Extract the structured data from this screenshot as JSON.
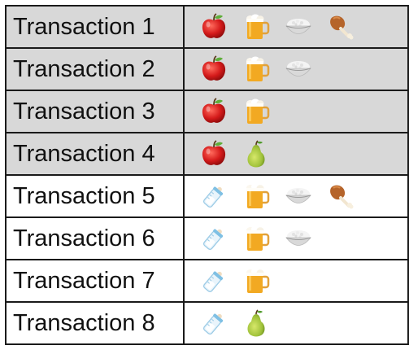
{
  "transactions": [
    {
      "label": "Transaction 1",
      "shaded": true,
      "items": [
        "apple-icon",
        "beer-icon",
        "rice-bowl-icon",
        "drumstick-icon"
      ]
    },
    {
      "label": "Transaction 2",
      "shaded": true,
      "items": [
        "apple-icon",
        "beer-icon",
        "rice-bowl-icon"
      ]
    },
    {
      "label": "Transaction 3",
      "shaded": true,
      "items": [
        "apple-icon",
        "beer-icon"
      ]
    },
    {
      "label": "Transaction 4",
      "shaded": true,
      "items": [
        "apple-icon",
        "pear-icon"
      ]
    },
    {
      "label": "Transaction 5",
      "shaded": false,
      "items": [
        "baby-bottle-icon",
        "beer-icon",
        "rice-bowl-icon",
        "drumstick-icon"
      ]
    },
    {
      "label": "Transaction 6",
      "shaded": false,
      "items": [
        "baby-bottle-icon",
        "beer-icon",
        "rice-bowl-icon"
      ]
    },
    {
      "label": "Transaction 7",
      "shaded": false,
      "items": [
        "baby-bottle-icon",
        "beer-icon"
      ]
    },
    {
      "label": "Transaction 8",
      "shaded": false,
      "items": [
        "baby-bottle-icon",
        "pear-icon"
      ]
    }
  ],
  "colors": {
    "shaded_row": "#d8d8d8",
    "plain_row": "#ffffff",
    "border": "#1a1a1a"
  }
}
